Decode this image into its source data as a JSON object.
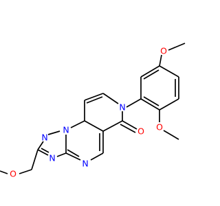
{
  "molecule": {
    "atom_colors": {
      "N": "#0000ff",
      "O": "#ff0000"
    },
    "labels": {
      "n_triazole_1": "N",
      "n_triazole_2": "N",
      "n_triazole_3": "N",
      "n_pyrimidine": "N",
      "n_pyridone": "N",
      "o_carbonyl": "O",
      "o_methoxymethyl": "O",
      "o_methoxy_upper": "O",
      "o_methoxy_lower": "O"
    }
  }
}
